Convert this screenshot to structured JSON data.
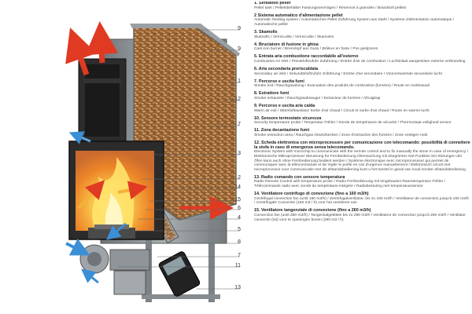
{
  "markers": [
    {
      "n": "9"
    },
    {
      "n": "9"
    },
    {
      "n": "1"
    },
    {
      "n": "12"
    },
    {
      "n": "7"
    },
    {
      "n": "3"
    },
    {
      "n": "2"
    },
    {
      "n": "14"
    },
    {
      "n": "15"
    },
    {
      "n": "6"
    },
    {
      "n": "4"
    },
    {
      "n": "5"
    },
    {
      "n": "8"
    },
    {
      "n": "7"
    },
    {
      "n": "11"
    },
    {
      "n": "13"
    }
  ],
  "legend": [
    {
      "title": "1. Serbatoio pellet",
      "desc": "Pellet tank / Pelletsbehälter Fassungsvermögen / Réservoir à granulés / Brandstof pellets"
    },
    {
      "title": "2 Sistema automatico d'alimentazione pellet",
      "desc": "Automatic feeding system / Automatisches Pellet Zuführung System aus Stahl / Système d'alimentation automatique / Automatische pellet"
    },
    {
      "title": "3. Skamolls",
      "desc": "Skamolls / Vermiculite / Vermiculite / Skamoles"
    },
    {
      "title": "4. Bruciatore di fusione in ghisa",
      "desc": "Cast iron burner / Brenntopf aus Guss / Brûleur en fonte / Pos gietijzeren"
    },
    {
      "title": "5. Entrata aria combustione raccordabile all'esterno",
      "desc": "Combustion Air inlet / Primärluftzufuhr Zuführung / Entrée d'air de combustion / Luchtinlaat aangesloten externe verbranding"
    },
    {
      "title": "6. Aria secondaria preriscaldata",
      "desc": "Secondary air inlet / Sekundärluftzufuhr Zuführung / Entrée d'air secondaire / Voorverwarmde secundaire lucht"
    },
    {
      "title": "7. Percorso e uscita fumi",
      "desc": "Smoke exit / Rauchgasabzug / Evacuation des produits de combustion (fumées) / Route en rookkanaal"
    },
    {
      "title": "8. Estrattore fumi",
      "desc": "Smoke exhauster / Rauchgasabsauger / Extracteur de fumées / Afzuigkap"
    },
    {
      "title": "9. Percorso e uscita aria calda",
      "desc": "Warm air exit / Warmluftauslass/ Sortie d'air chaud / Circuit et sortie d'air chaud / Route en warme lucht"
    },
    {
      "title": "10. Sensore termostato sicurezza",
      "desc": "Security temperature probe / Temperatur Fühler / Sonde de température de sécurité / Thermostaat veiligheid sensor"
    },
    {
      "title": "11. Zona decantazione fumi",
      "desc": "Smoke extraction area / Rauchgas Absetzbecken / Zone d'extraction des fumées / Zone vestigen rook"
    },
    {
      "title": "12. Scheda elettronica con microprocessore per comunicazione con telecomando: possibilità di connettere la stufa in caso di emergenza senza telecomando.",
      "desc": "Electronic System with microchip to communicate with the remote control and to fix manually the stove in case of emergency / Elektronische Mikroprozessor-Steuerung für Fernbedienung Überwachung mit integriertes Not-Funktion bei Störungen der Öfen kann auch ohne Fernbedienung bedient werden / Système électronique avec microprocesseur qui permet de communiquer avec la télécommande et de régler le poêle en cas d'urgence manuellement / Elektronisch circuit met microprocessor voor communicatie met de afstandsbediening kunt u het toestel in geval van nood zonder afstandsbediening"
    },
    {
      "title": "13. Radio comando con sensore temperatura",
      "desc": "Radio Remote Control with temperature probe / Radio Fernbedienung mit eingebautes Raumtemperatur Fühler / Télécommande radio avec sonde de température intégrée / Radiobesturing met temperatuursensor"
    },
    {
      "title": "14. Ventilatore centrifugo di convezione (fino a 160 m3/h)",
      "desc": "Centrifugal convection fan (until 160 m3/h) / Zentrifugalventilator, bis zu 160 m3/h / Ventilateur de convection jusqu'à 160 m3/h / Centrifugale Convectie (160 m3 / h) voor het ventileren van"
    },
    {
      "title": "15. Ventilatore tangenziale di convezione (fino a 260 m3/h)",
      "desc": "Convection fan (until 260 m3/h) / Tangentialgebläse bis zu 260 m3/h / Ventilateur de convection jusqu'à 260 m3/h / Ventilator convectie (tot) voor te openingen boven (260 m3 / h)"
    }
  ],
  "colors": {
    "steel": "#8c9296",
    "pellet": "#a5703e",
    "fire": "#f08a1a",
    "hot_arrow": "#e03a22",
    "cold_arrow": "#3b8fd6"
  }
}
